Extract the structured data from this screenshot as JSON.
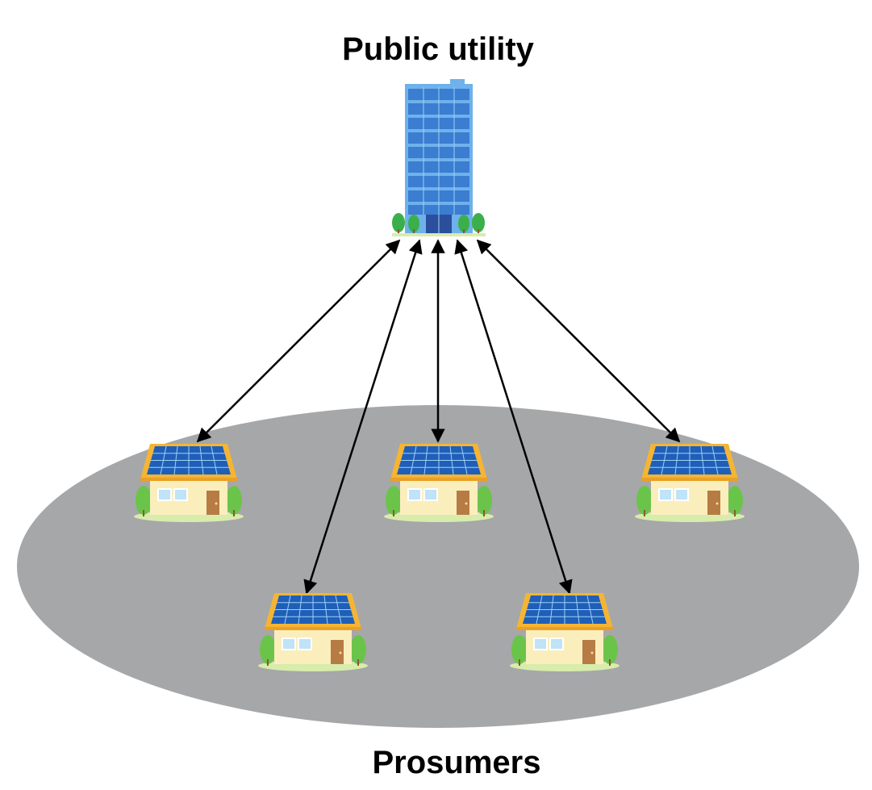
{
  "title_top": "Public utility",
  "title_bottom": "Prosumers",
  "hub": {
    "icon": "office-building-icon"
  },
  "nodes": [
    {
      "id": "house-1",
      "icon": "solar-house-icon"
    },
    {
      "id": "house-2",
      "icon": "solar-house-icon"
    },
    {
      "id": "house-3",
      "icon": "solar-house-icon"
    },
    {
      "id": "house-4",
      "icon": "solar-house-icon"
    },
    {
      "id": "house-5",
      "icon": "solar-house-icon"
    }
  ],
  "edges": [
    {
      "from": "hub",
      "to": "house-1",
      "direction": "bidirectional"
    },
    {
      "from": "hub",
      "to": "house-2",
      "direction": "bidirectional"
    },
    {
      "from": "hub",
      "to": "house-3",
      "direction": "bidirectional"
    },
    {
      "from": "hub",
      "to": "house-4",
      "direction": "bidirectional"
    },
    {
      "from": "hub",
      "to": "house-5",
      "direction": "bidirectional"
    }
  ],
  "colors": {
    "ground": "#a6a7a9",
    "building": "#3a7dd1",
    "building_light": "#6fb1ea",
    "solar_panel": "#1f5fb8",
    "roof": "#f5b533",
    "house_wall": "#fbeebd",
    "door": "#b77b44",
    "tree": "#6bc44a",
    "lawn": "#d8ecab",
    "arrow": "#000000"
  }
}
